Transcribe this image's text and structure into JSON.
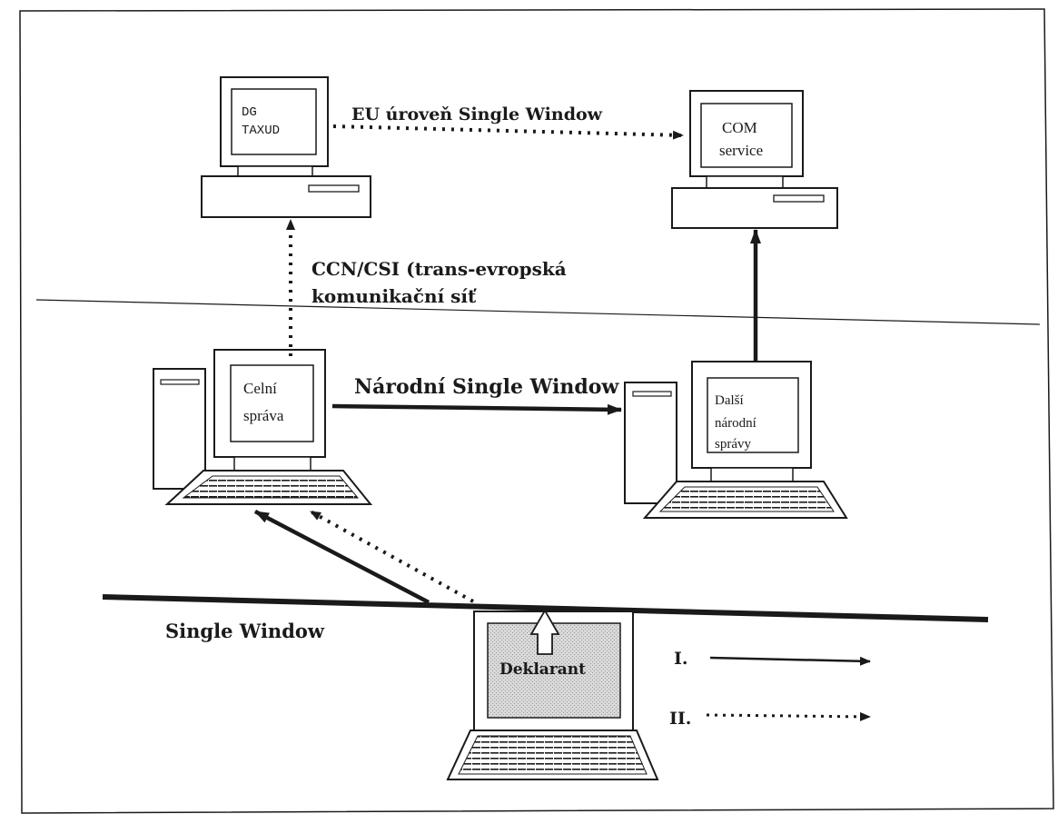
{
  "domain": "network-diagram",
  "levels": {
    "eu": "EU úroveň Single Window",
    "national": "Národní Single Window",
    "single_window": "Single Window"
  },
  "network": {
    "line1": "CCN/CSI  (trans-evropská",
    "line2": "komunikační síť"
  },
  "nodes": {
    "dg_taxud": [
      "DG",
      "TAXUD"
    ],
    "com_service": [
      "COM",
      "service"
    ],
    "celni_sprava": [
      "Celní",
      "správa"
    ],
    "dalsi_narodni": [
      "Další",
      "národní",
      "správy"
    ],
    "deklarant": "Deklarant"
  },
  "legend": {
    "solid_label": "I.",
    "dotted_label": "II."
  }
}
